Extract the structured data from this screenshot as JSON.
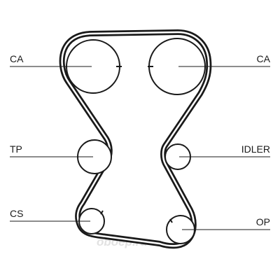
{
  "diagram": {
    "labels": {
      "ca_left": "CA",
      "ca_right": "CA",
      "tp": "TP",
      "idler": "IDLER",
      "cs": "CS",
      "op": "OP"
    },
    "watermark": "oboep.ru",
    "colors": {
      "belt": "#1a1a1a",
      "pulley": "#1a1a1a",
      "text": "#1a1a1a",
      "watermark": "#e2e2e2"
    }
  }
}
